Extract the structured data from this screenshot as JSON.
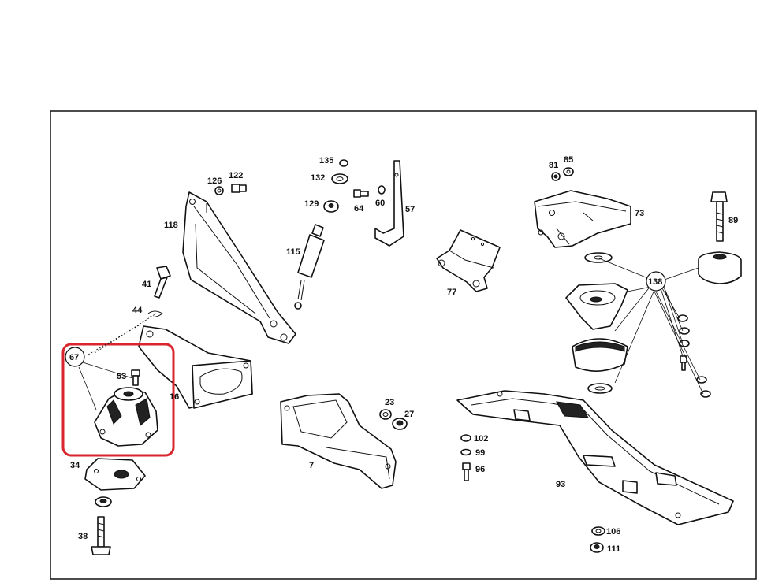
{
  "diagram": {
    "highlight_color": "#d9262e",
    "callouts": [
      {
        "id": "c135",
        "text": "135"
      },
      {
        "id": "c132",
        "text": "132"
      },
      {
        "id": "c126",
        "text": "126"
      },
      {
        "id": "c122",
        "text": "122"
      },
      {
        "id": "c129",
        "text": "129"
      },
      {
        "id": "c64",
        "text": "64"
      },
      {
        "id": "c60",
        "text": "60"
      },
      {
        "id": "c57",
        "text": "57"
      },
      {
        "id": "c118",
        "text": "118"
      },
      {
        "id": "c115",
        "text": "115"
      },
      {
        "id": "c81",
        "text": "81"
      },
      {
        "id": "c85",
        "text": "85"
      },
      {
        "id": "c73",
        "text": "73"
      },
      {
        "id": "c89",
        "text": "89"
      },
      {
        "id": "c77",
        "text": "77"
      },
      {
        "id": "c41",
        "text": "41"
      },
      {
        "id": "c44",
        "text": "44"
      },
      {
        "id": "c67",
        "text": "67"
      },
      {
        "id": "c53",
        "text": "53"
      },
      {
        "id": "c16",
        "text": "16"
      },
      {
        "id": "c138",
        "text": "138"
      },
      {
        "id": "c23",
        "text": "23"
      },
      {
        "id": "c27",
        "text": "27"
      },
      {
        "id": "c7",
        "text": "7"
      },
      {
        "id": "c102",
        "text": "102"
      },
      {
        "id": "c99",
        "text": "99"
      },
      {
        "id": "c96",
        "text": "96"
      },
      {
        "id": "c93",
        "text": "93"
      },
      {
        "id": "c34",
        "text": "34"
      },
      {
        "id": "c38",
        "text": "38"
      },
      {
        "id": "c106",
        "text": "106"
      },
      {
        "id": "c111",
        "text": "111"
      }
    ]
  }
}
